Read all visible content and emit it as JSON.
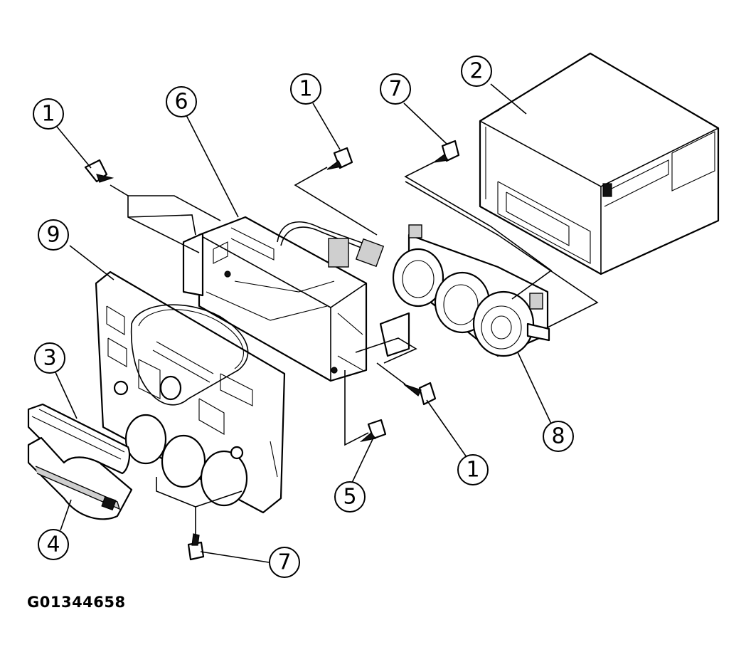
{
  "diagram_code": "G01344658",
  "callouts": [
    {
      "id": "c1a",
      "label": "1"
    },
    {
      "id": "c6",
      "label": "6"
    },
    {
      "id": "c1b",
      "label": "1"
    },
    {
      "id": "c7a",
      "label": "7"
    },
    {
      "id": "c2",
      "label": "2"
    },
    {
      "id": "c9",
      "label": "9"
    },
    {
      "id": "c3",
      "label": "3"
    },
    {
      "id": "c4",
      "label": "4"
    },
    {
      "id": "c7b",
      "label": "7"
    },
    {
      "id": "c5",
      "label": "5"
    },
    {
      "id": "c1c",
      "label": "1"
    },
    {
      "id": "c8",
      "label": "8"
    }
  ]
}
